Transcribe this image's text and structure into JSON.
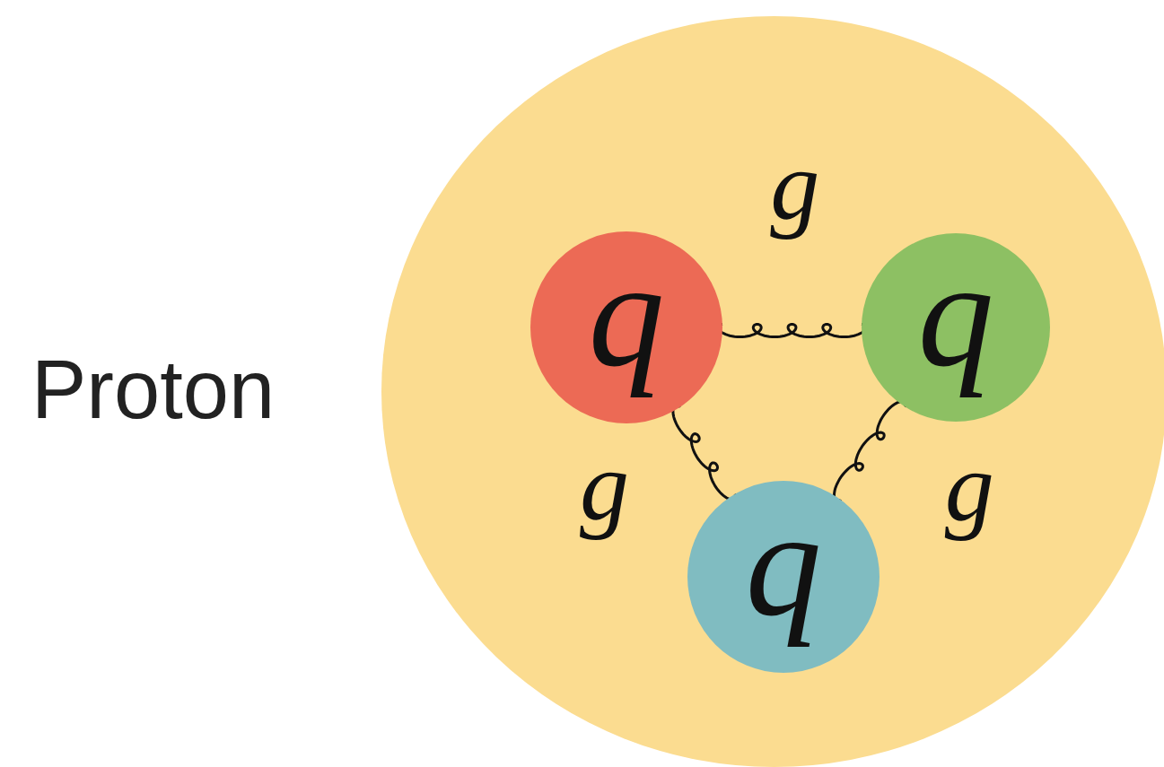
{
  "diagram": {
    "nodes": [
      {
        "text": [
          "Proton"
        ]
      },
      {
        "text": [
          "q"
        ],
        "in": 0
      },
      {
        "text": [
          "q"
        ],
        "in": 0
      },
      {
        "text": [
          "q"
        ],
        "in": 0
      }
    ],
    "edges": [
      {
        "from": 1,
        "to": 2,
        "arrow": "none",
        "label": "g"
      },
      {
        "from": 1,
        "to": 3,
        "arrow": "none",
        "label": "g"
      },
      {
        "from": 2,
        "to": 3,
        "arrow": "none",
        "label": "g"
      }
    ]
  }
}
